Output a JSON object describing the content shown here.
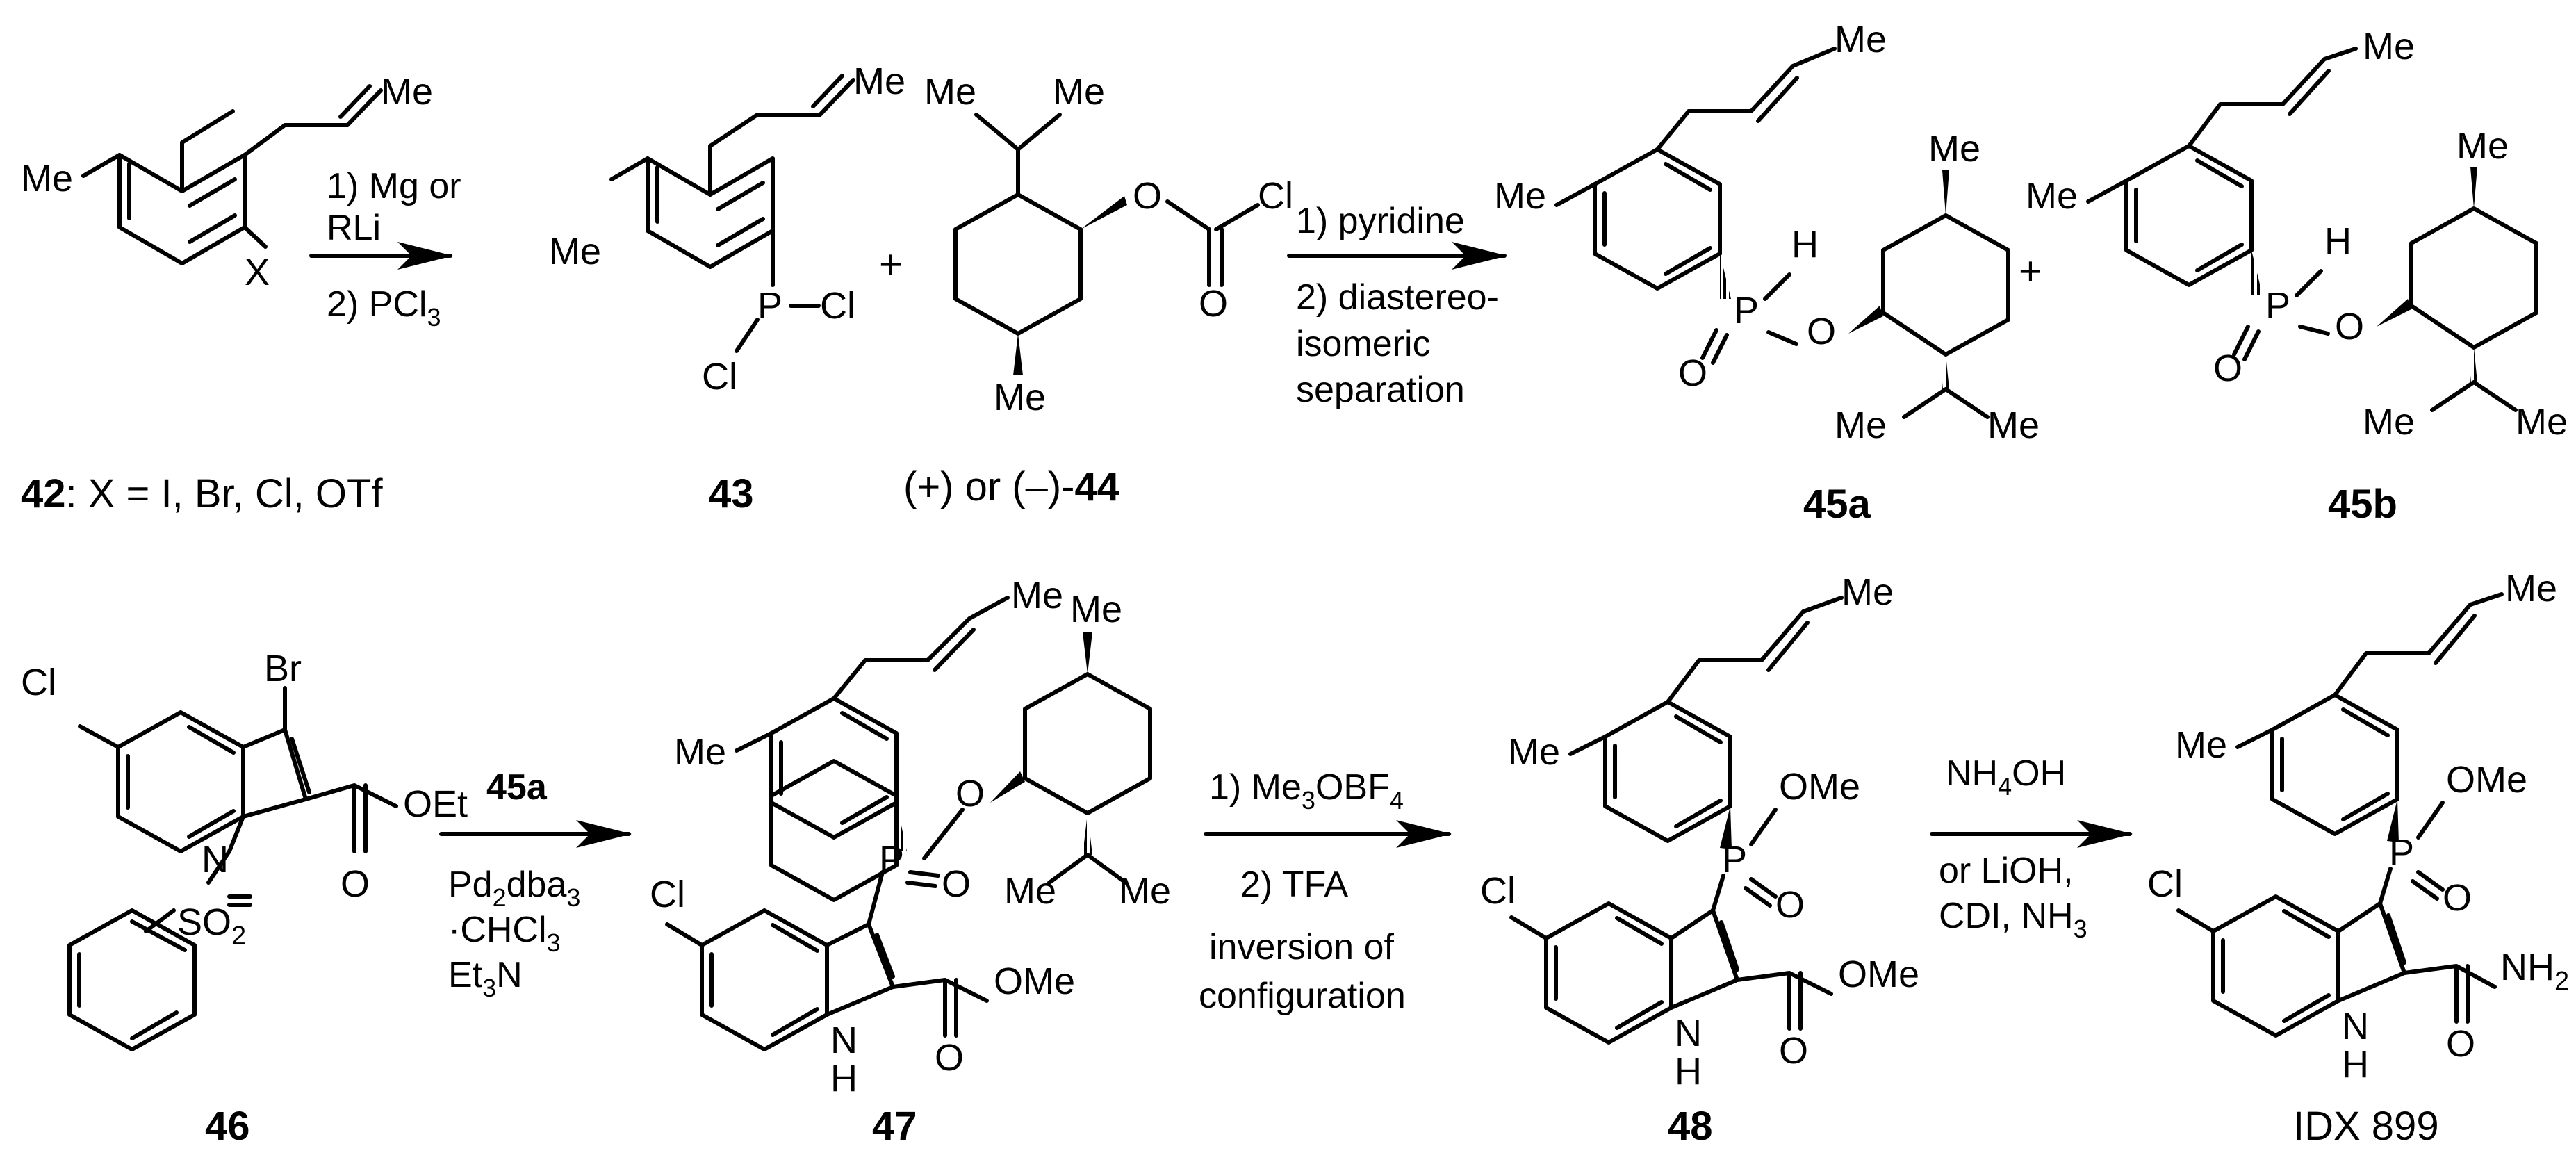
{
  "compounds": {
    "c42": {
      "num": "42",
      "caption": ": X = I, Br, Cl, OTf",
      "atoms": {
        "me_top": "Me",
        "me_left": "Me",
        "x": "X"
      }
    },
    "c43": {
      "num": "43",
      "atoms": {
        "me_top": "Me",
        "me_left": "Me",
        "p": "P",
        "cl1": "Cl",
        "cl2": "Cl"
      }
    },
    "c44": {
      "num": "44",
      "prefix": "(+) or (–)-",
      "atoms": {
        "me_a": "Me",
        "me_b": "Me",
        "me_c": "Me",
        "o": "O",
        "o2": "O",
        "cl": "Cl"
      }
    },
    "c45a": {
      "num": "45a",
      "atoms": {
        "me_top": "Me",
        "me_left": "Me",
        "me_r": "Me",
        "me_i1": "Me",
        "me_i2": "Me",
        "p": "P",
        "h": "H",
        "o": "O",
        "o2": "O"
      }
    },
    "c45b": {
      "num": "45b",
      "atoms": {
        "me_top": "Me",
        "me_left": "Me",
        "me_r": "Me",
        "me_i1": "Me",
        "me_i2": "Me",
        "p": "P",
        "h": "H",
        "o": "O",
        "o2": "O"
      }
    },
    "c46": {
      "num": "46",
      "atoms": {
        "cl": "Cl",
        "br": "Br",
        "n": "N",
        "o": "O",
        "oet": "OEt",
        "so2": "SO",
        "so2_sub": "2"
      }
    },
    "c47": {
      "num": "47",
      "atoms": {
        "me_top": "Me",
        "me_left": "Me",
        "me_r": "Me",
        "me_i1": "Me",
        "me_i2": "Me",
        "cl": "Cl",
        "p": "P",
        "o": "O",
        "o_p": "O",
        "nh_n": "N",
        "nh_h": "H",
        "o_c": "O",
        "ome": "OMe"
      }
    },
    "c48": {
      "num": "48",
      "atoms": {
        "me_top": "Me",
        "me_left": "Me",
        "cl": "Cl",
        "p": "P",
        "ome_p": "OMe",
        "o_p": "O",
        "nh_n": "N",
        "nh_h": "H",
        "o_c": "O",
        "ome": "OMe"
      }
    },
    "idx899": {
      "num": "IDX 899",
      "atoms": {
        "me_top": "Me",
        "me_left": "Me",
        "cl": "Cl",
        "p": "P",
        "ome_p": "OMe",
        "o_p": "O",
        "nh_n": "N",
        "nh_h": "H",
        "o_c": "O",
        "nh2": "NH",
        "nh2_sub": "2"
      }
    }
  },
  "plus_sign": "+",
  "arrows": {
    "a1": {
      "l1": "1) Mg or",
      "l2": "RLi",
      "l3": "2) PCl",
      "l3_sub": "3"
    },
    "a2": {
      "l1": "1) pyridine",
      "l2": "2) diastereo-",
      "l3": "isomeric",
      "l4": "separation"
    },
    "a3": {
      "reagent": "45a",
      "l1": "Pd",
      "l1_s1": "2",
      "l1_b": "dba",
      "l1_s2": "3",
      "l2": "·CHCl",
      "l2_s": "3",
      "l3": "Et",
      "l3_s": "3",
      "l3_b": "N"
    },
    "a4": {
      "l1": "1) Me",
      "l1_s1": "3",
      "l1_b": "OBF",
      "l1_s2": "4",
      "l2": "2) TFA",
      "l3": "inversion of",
      "l4": "configuration"
    },
    "a5": {
      "l1": "NH",
      "l1_s": "4",
      "l1_b": "OH",
      "l2": "or LiOH,",
      "l3": "CDI, NH",
      "l3_s": "3"
    }
  }
}
